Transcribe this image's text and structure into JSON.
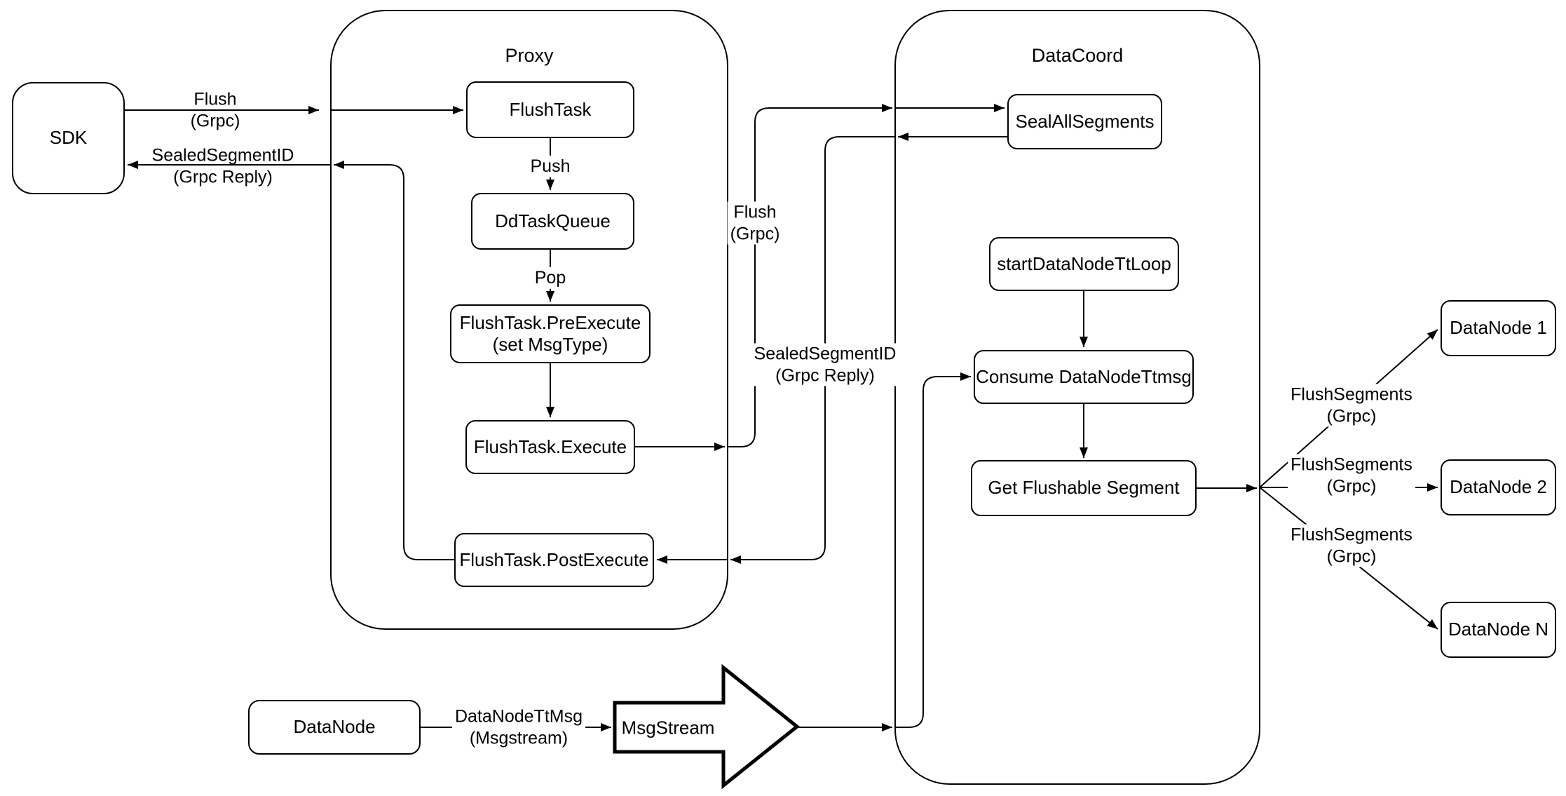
{
  "colors": {
    "background": "#ffffff",
    "line": "#000000",
    "box_fill": "#ffffff"
  },
  "containers": {
    "proxy": {
      "label": "Proxy"
    },
    "datacoord": {
      "label": "DataCoord"
    }
  },
  "nodes": {
    "sdk": {
      "label": "SDK"
    },
    "flush_task": {
      "label": "FlushTask"
    },
    "dd_task_queue": {
      "label": "DdTaskQueue"
    },
    "pre_execute": {
      "line1": "FlushTask.PreExecute",
      "line2": "(set MsgType)"
    },
    "execute": {
      "label": "FlushTask.Execute"
    },
    "post_execute": {
      "label": "FlushTask.PostExecute"
    },
    "seal_all_segments": {
      "label": "SealAllSegments"
    },
    "start_data_node_tt_loop": {
      "label": "startDataNodeTtLoop"
    },
    "consume_data_node_ttmsg": {
      "label": "Consume DataNodeTtmsg"
    },
    "get_flushable_segment": {
      "label": "Get Flushable Segment"
    },
    "datanode_1": {
      "label": "DataNode 1"
    },
    "datanode_2": {
      "label": "DataNode 2"
    },
    "datanode_n": {
      "label": "DataNode N"
    },
    "datanode": {
      "label": "DataNode"
    },
    "msgstream": {
      "label": "MsgStream"
    }
  },
  "edge_labels": {
    "sdk_flush": {
      "line1": "Flush",
      "line2": "(Grpc)"
    },
    "sdk_reply": {
      "line1": "SealedSegmentID",
      "line2": "(Grpc Reply)"
    },
    "push": {
      "label": "Push"
    },
    "pop": {
      "label": "Pop"
    },
    "proxy_flush": {
      "line1": "Flush",
      "line2": "(Grpc)"
    },
    "proxy_reply": {
      "line1": "SealedSegmentID",
      "line2": "(Grpc Reply)"
    },
    "flush_segments_1": {
      "line1": "FlushSegments",
      "line2": "(Grpc)"
    },
    "flush_segments_2": {
      "line1": "FlushSegments",
      "line2": "(Grpc)"
    },
    "flush_segments_n": {
      "line1": "FlushSegments",
      "line2": "(Grpc)"
    },
    "datanode_ttmsg": {
      "line1": "DataNodeTtMsg",
      "line2": "(Msgstream)"
    }
  }
}
